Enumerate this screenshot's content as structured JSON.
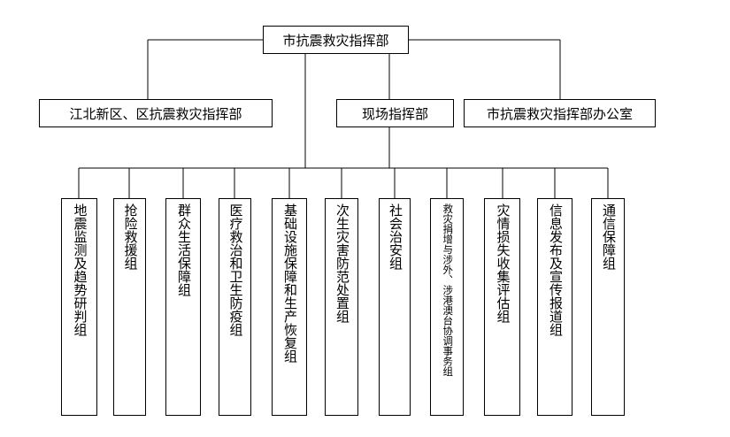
{
  "top": {
    "label": "市抗震救灾指挥部"
  },
  "middle": [
    {
      "label": "江北新区、区抗震救灾指挥部"
    },
    {
      "label": "现场指挥部"
    },
    {
      "label": "市抗震救灾指挥部办公室"
    }
  ],
  "groups": [
    {
      "label": "地震监测及趋势研判组"
    },
    {
      "label": "抢险救援组"
    },
    {
      "label": "群众生活保障组"
    },
    {
      "label": "医疗救治和卫生防疫组"
    },
    {
      "label": "基础设施保障和生产恢复组"
    },
    {
      "label": "次生灾害防范处置组"
    },
    {
      "label": "社会治安组"
    },
    {
      "label": "救灾捐增与涉外、涉港澳台协调事务组"
    },
    {
      "label": "灾情损失收集评估组"
    },
    {
      "label": "信息发布及宣传报道组"
    },
    {
      "label": "通信保障组"
    }
  ]
}
